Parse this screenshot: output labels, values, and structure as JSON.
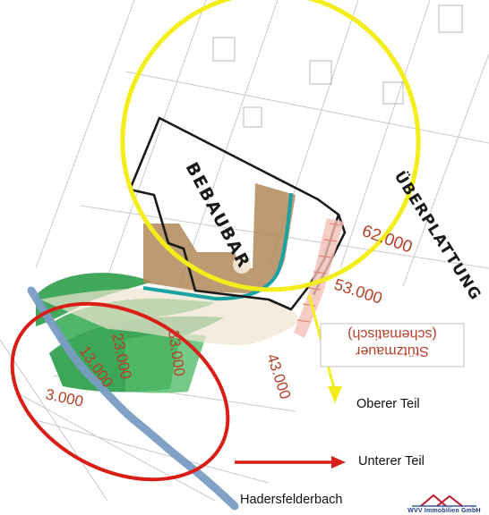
{
  "map": {
    "labels": {
      "bebaubar": "BEBAUBAR",
      "ueberplattung": "ÜBERPLATTUNG",
      "stuetzmauer_line1": "Stützmauer",
      "stuetzmauer_line2": "(schematisch)"
    },
    "elevations": [
      "62.000",
      "53.000",
      "43.000",
      "33.000",
      "23.000",
      "13.000",
      "3.000"
    ],
    "callouts": {
      "oberer_teil": "Oberer Teil",
      "unterer_teil": "Unterer Teil",
      "bach": "Hadersfelderbach"
    },
    "logo_text": "WVV Immobilien GmbH",
    "colors": {
      "oberer_ellipse": "#f3ee1a",
      "unterer_ellipse": "#d91e18",
      "bach": "#7a9cc4",
      "vegetation": "#2e9e4a",
      "bebaubar_fill": "#b08a5a",
      "teal_edge": "#1aa3a3",
      "stuetzmauer": "#e0867a"
    }
  }
}
